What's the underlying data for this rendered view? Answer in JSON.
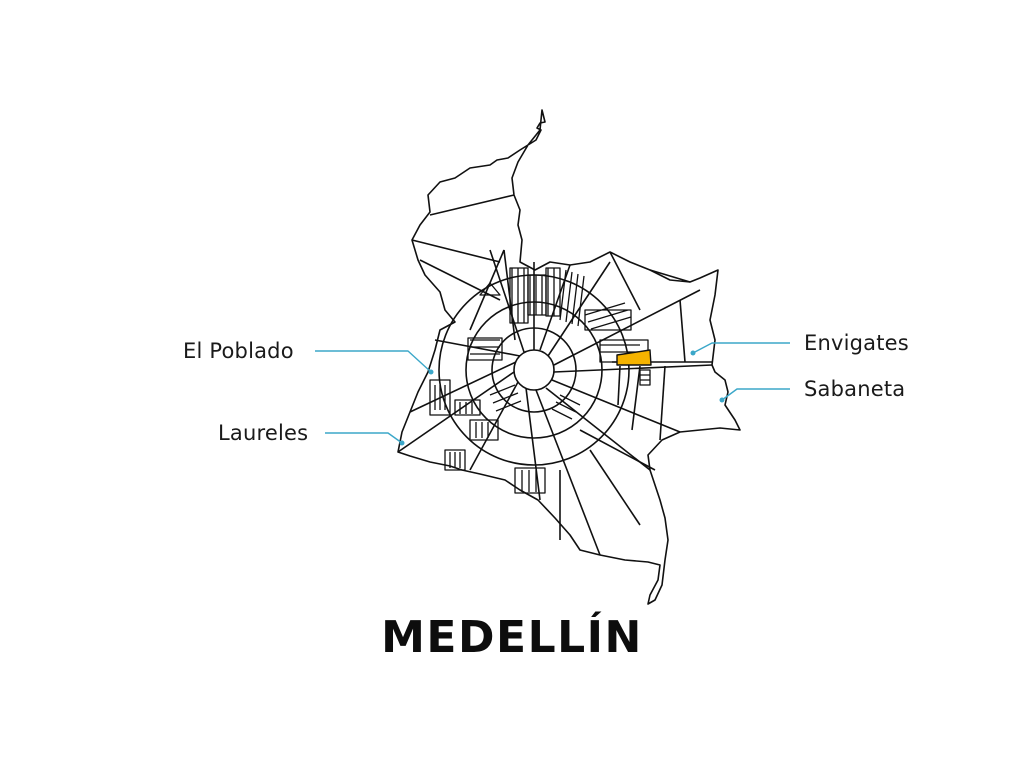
{
  "map": {
    "title": "MEDELLÍN",
    "highlight_color": "#F5B300",
    "leader_color": "#3BA7C9",
    "outline_color": "#111111",
    "callouts": [
      {
        "label": "El Poblado",
        "side": "left"
      },
      {
        "label": "Laureles",
        "side": "left"
      },
      {
        "label": "Envigates",
        "side": "right"
      },
      {
        "label": "Sabaneta",
        "side": "right"
      }
    ]
  }
}
